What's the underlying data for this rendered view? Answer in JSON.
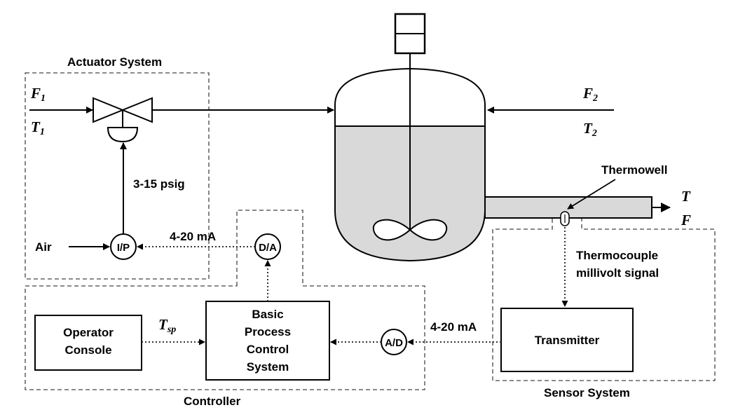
{
  "groups": {
    "actuator": "Actuator System",
    "controller": "Controller",
    "sensor": "Sensor  System"
  },
  "streams": {
    "f1": "F",
    "f1_sub": "1",
    "t1": "T",
    "t1_sub": "1",
    "f2": "F",
    "f2_sub": "2",
    "t2": "T",
    "t2_sub": "2",
    "t_out": "T",
    "f_out": "F"
  },
  "labels": {
    "psig": "3-15 psig",
    "air": "Air",
    "ma_left": "4-20 mA",
    "ma_right": "4-20 mA",
    "thermowell": "Thermowell",
    "thermocouple_line1": "Thermocouple",
    "thermocouple_line2": "millivolt signal",
    "tsp": "T",
    "tsp_sub": "sp"
  },
  "nodes": {
    "ip": "I/P",
    "da": "D/A",
    "ad": "A/D",
    "operator_line1": "Operator",
    "operator_line2": "Console",
    "bpcs_line1": "Basic",
    "bpcs_line2": "Process",
    "bpcs_line3": "Control",
    "bpcs_line4": "System",
    "transmitter": "Transmitter"
  }
}
